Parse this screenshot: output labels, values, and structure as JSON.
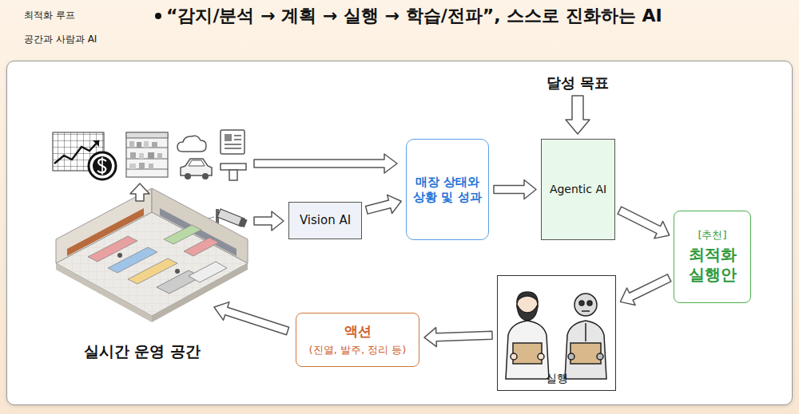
{
  "diagram": {
    "title": "“감지/분석 → 계획 → 실행 → 학습/전파”, 스스로 진화하는 AI",
    "nodes": [
      {
        "text": [
          "Vision AI"
        ]
      },
      {
        "text": [
          "매장 상태와 상황 및 성과"
        ]
      },
      {
        "text": [
          "Agentic AI"
        ]
      },
      {
        "text": [
          "[추천]",
          "최적화 실행안"
        ]
      },
      {
        "text": [
          "실행"
        ]
      },
      {
        "text": [
          "액션",
          "(진열, 발주, 정리 등)"
        ]
      }
    ],
    "edges": [
      {
        "from": 0,
        "to": 1,
        "arrow": "to"
      },
      {
        "from": 1,
        "to": 2,
        "arrow": "to"
      },
      {
        "from": 2,
        "to": 3,
        "arrow": "to"
      },
      {
        "from": 3,
        "to": 4,
        "arrow": "to"
      },
      {
        "from": 4,
        "to": 5,
        "arrow": "to"
      }
    ],
    "labels": [
      "최적화 루프",
      "공간과 사람과 AI",
      "달성 목표",
      "실시간 운영 공간"
    ]
  }
}
